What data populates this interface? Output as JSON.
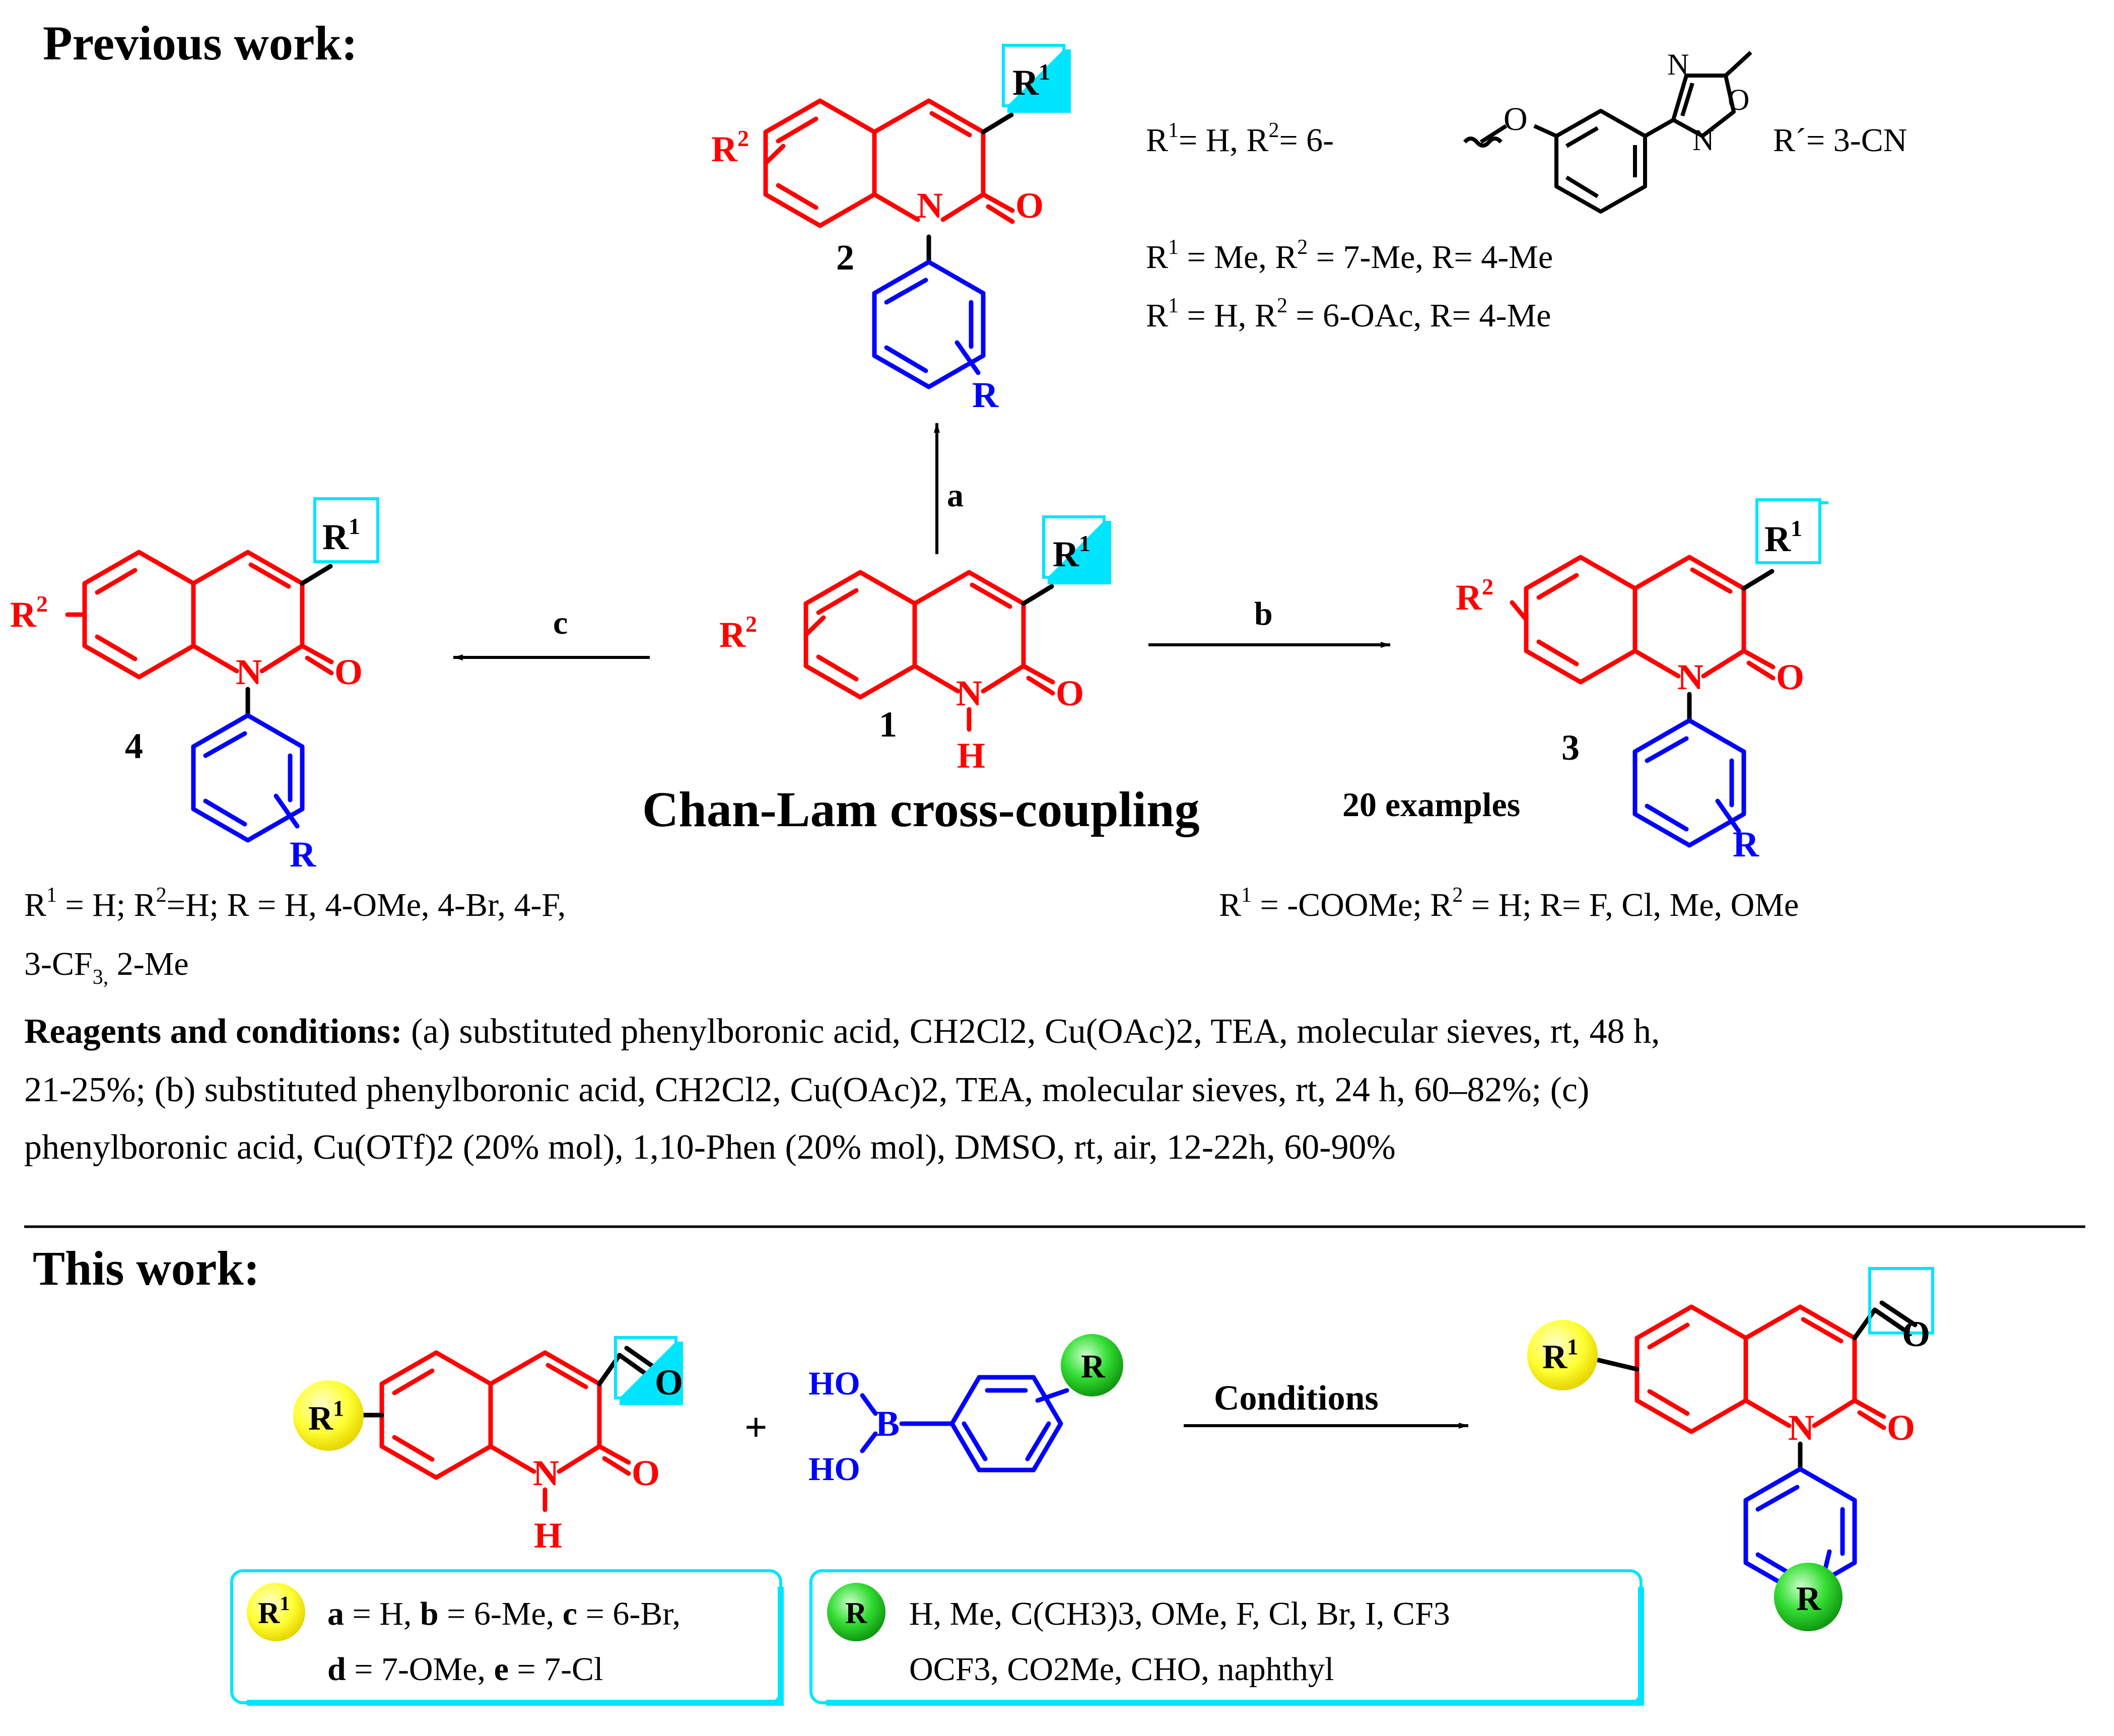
{
  "sections": {
    "previous": "Previous work:",
    "this": "This work:"
  },
  "arrows": {
    "a": "a",
    "b": "b",
    "c": "c",
    "conditions": "Conditions"
  },
  "compounds": {
    "c1": "1",
    "c2": "2",
    "c3": "3",
    "c4": "4",
    "examples": "20 examples"
  },
  "chan_lam": "Chan-Lam cross-coupling",
  "atoms": {
    "N": "N",
    "O": "O",
    "H": "H",
    "R": "R",
    "R1": "R",
    "R2": "R",
    "sup1": "1",
    "sup2": "2",
    "B": "B",
    "HO": "HO",
    "plus": "+"
  },
  "labels2": {
    "line1_pre": "R",
    "line1_sup1": "1",
    "line1_mid": "= H,  R",
    "line1_sup2": "2",
    "line1_post": "= 6-",
    "rprime": "R´= 3-CN",
    "line2_a": "R",
    "line2_sup1": "1",
    "line2_b": " = Me, R",
    "line2_sup2": "2",
    "line2_c": " = 7-Me, R= 4-Me",
    "line3_a": "R",
    "line3_sup1": "1",
    "line3_b": " = H,  R",
    "line3_sup2": "2",
    "line3_c": " = 6-OAc,  R= 4-Me"
  },
  "labels4": {
    "a": "R",
    "sup1": "1",
    "b": " = H; R",
    "sup2": "2",
    "c": "=H; R = H, 4-OMe, 4-Br, 4-F,",
    "line2_a": "3-CF",
    "line2_sub": "3,",
    "line2_b": " 2-Me"
  },
  "labels3": {
    "a": "R",
    "sup1": "1",
    "b": " = -COOMe; R",
    "sup2": "2",
    "c": " = H; R= F, Cl, Me, OMe"
  },
  "reagents": {
    "bold": "Reagents and conditions:",
    "l1": " (a) substituted phenylboronic acid, CH2Cl2, Cu(OAc)2, TEA, molecular sieves, rt, 48 h,",
    "l2": "21-25%; (b) substituted phenylboronic acid, CH2Cl2, Cu(OAc)2, TEA, molecular sieves, rt, 24 h, 60–82%; (c)",
    "l3": "phenylboronic acid, Cu(OTf)2 (20% mol), 1,10-Phen (20% mol), DMSO, rt, air, 12-22h, 60-90%"
  },
  "legend_r1": {
    "label": "R",
    "sup": "1",
    "l1a": "a",
    "l1b": " = H, ",
    "l1c": "b",
    "l1d": " = 6-Me, ",
    "l1e": "c",
    "l1f": " = 6-Br,",
    "l2a": "d",
    "l2b": " = 7-OMe, ",
    "l2c": "e",
    "l2d": " = 7-Cl"
  },
  "legend_r": {
    "label": "R",
    "l1": "H, Me, C(CH3)3, OMe, F, Cl, Br, I, CF3",
    "l2": "OCF3, CO2Me, CHO, naphthyl"
  },
  "colors": {
    "red": "#ff0000",
    "blue": "#0000ff",
    "cyan": "#00e5ff",
    "yellow": "#ffff33",
    "green": "#22cc22",
    "black": "#000000"
  }
}
